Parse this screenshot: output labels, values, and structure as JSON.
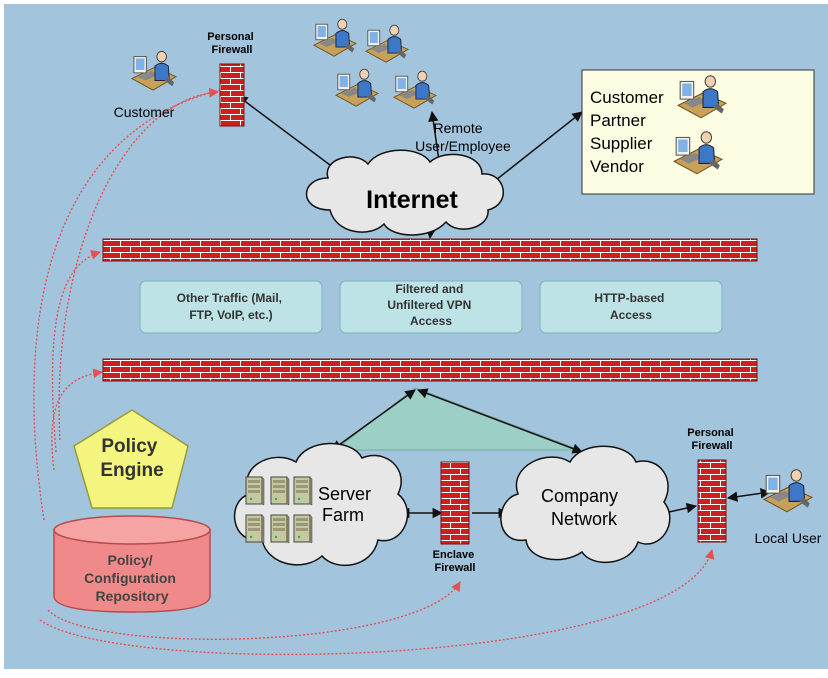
{
  "nodes": {
    "internet": "Internet",
    "customer": "Customer",
    "remote_user": [
      "Remote",
      "User/Employee"
    ],
    "partner_box": [
      "Customer",
      "Partner",
      "Supplier",
      "Vendor"
    ],
    "personal_firewall_top": [
      "Personal",
      "Firewall"
    ],
    "personal_firewall_right": [
      "Personal",
      "Firewall"
    ],
    "enclave_firewall": [
      "Enclave",
      "Firewall"
    ],
    "server_farm": [
      "Server",
      "Farm"
    ],
    "company_network": [
      "Company",
      "Network"
    ],
    "local_user": "Local User",
    "policy_engine": [
      "Policy",
      "Engine"
    ],
    "repository": [
      "Policy/",
      "Configuration",
      "Repository"
    ]
  },
  "access_boxes": [
    [
      "Other Traffic (Mail,",
      "FTP, VoIP, etc.)"
    ],
    [
      "Filtered and",
      "Unfiltered VPN",
      "Access"
    ],
    [
      "HTTP-based",
      "Access"
    ]
  ],
  "colors": {
    "background": "#a3c4dd",
    "brick": "#cc2020",
    "mortar": "#ffffff",
    "access_box": "#bde3e6",
    "policy_engine": "#f3f57f",
    "repository": "#f08a8a",
    "triangle": "#9ccfc6",
    "control_line": "#e65050",
    "partner_box": "#fdfde3"
  },
  "icons": [
    "user-workstation-icon",
    "server-icon",
    "firewall-icon",
    "cloud-icon"
  ]
}
